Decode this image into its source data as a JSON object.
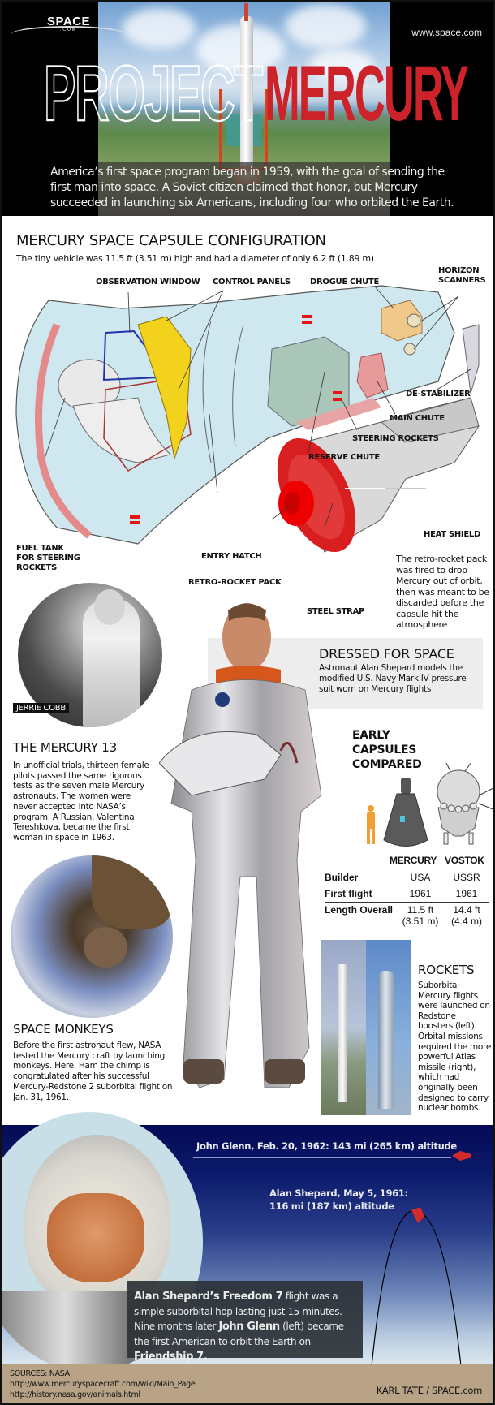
{
  "header": {
    "logo": "SPACE",
    "logo_sub": ".COM",
    "site_url": "www.space.com",
    "title_part1": "PROJECT",
    "title_part2": "MERCURY",
    "intro": "America’s first space program began in 1959, with the goal of sending the first man into space. A Soviet citizen claimed that honor, but Mercury succeeded in launching six Americans, including four who orbited the Earth."
  },
  "capsule_config": {
    "title": "MERCURY SPACE CAPSULE CONFIGURATION",
    "subtitle": "The tiny vehicle was 11.5 ft (3.51 m) high and had a diameter of only 6.2 ft (1.89 m)",
    "labels": {
      "observation_window": "OBSERVATION WINDOW",
      "control_panels": "CONTROL PANELS",
      "drogue_chute": "DROGUE CHUTE",
      "horizon_scanners": "HORIZON SCANNERS",
      "de_stabilizer": "DE-STABILIZER",
      "main_chute": "MAIN CHUTE",
      "steering_rockets": "STEERING ROCKETS",
      "reserve_chute": "RESERVE CHUTE",
      "fuel_tank": "FUEL TANK FOR STEERING ROCKETS",
      "entry_hatch": "ENTRY HATCH",
      "retro_rocket_pack": "RETRO-ROCKET PACK",
      "heat_shield": "HEAT SHIELD",
      "steel_strap": "STEEL STRAP"
    },
    "retro_note": "The retro-rocket pack was fired to drop Mercury out of orbit, then was meant to be discarded before the capsule hit the atmosphere",
    "colors": {
      "capsule_fill": "#cfe8ef",
      "panel_yellow": "#f2d21c",
      "heat_shield_red": "#d81e1e",
      "drogue_orange": "#f0c88a",
      "reserve_green": "#a9c6b8"
    }
  },
  "jerrie": {
    "caption": "JERRIE COBB"
  },
  "dressed": {
    "title": "DRESSED FOR SPACE",
    "text": "Astronaut Alan Shepard models the modified U.S. Navy Mark IV pressure suit worn on Mercury flights"
  },
  "mercury13": {
    "title": "THE MERCURY 13",
    "text": "In unofficial trials, thirteen female pilots passed the same rigorous tests as the seven male Mercury astronauts. The women were never accepted into NASA’s program. A Russian, Valentina Tereshkova, became the first woman in space in 1963."
  },
  "compare": {
    "title_line1": "EARLY",
    "title_line2": "CAPSULES",
    "title_line3": "COMPARED",
    "col1": "MERCURY",
    "col2": "VOSTOK",
    "rows": [
      {
        "label": "Builder",
        "mercury": "USA",
        "mercury_sub": "",
        "vostok": "USSR",
        "vostok_sub": ""
      },
      {
        "label": "First flight",
        "mercury": "1961",
        "mercury_sub": "",
        "vostok": "1961",
        "vostok_sub": ""
      },
      {
        "label": "Length Overall",
        "mercury": "11.5 ft",
        "mercury_sub": "(3.51 m)",
        "vostok": "14.4 ft",
        "vostok_sub": "(4.4 m)"
      }
    ]
  },
  "monkeys": {
    "title": "SPACE MONKEYS",
    "text": "Before the first astronaut flew, NASA tested the Mercury craft by launching monkeys. Here, Ham the chimp is congratulated after his successful Mercury-Redstone 2 suborbital flight on Jan. 31, 1961."
  },
  "rockets": {
    "title": "ROCKETS",
    "text": "Suborbital Mercury flights were launched on Redstone boosters (left). Orbital missions required the more powerful Atlas missile (right), which had originally been designed to carry nuclear bombs."
  },
  "flights": {
    "glenn": "John Glenn, Feb. 20, 1962: 143 mi (265 km) altitude",
    "shepard_line1": "Alan Shepard, May 5, 1961:",
    "shepard_line2": "116 mi (187 km) altitude",
    "info_b1": "Alan Shepard’s Freedom 7",
    "info_t1": " flight was a simple suborbital hop lasting just 15 minutes. Nine months later ",
    "info_b2": "John Glenn",
    "info_t2": " (left) became the first American to orbit the Earth on ",
    "info_b3": "Friendship 7."
  },
  "footer": {
    "sources_title": "SOURCES: NASA",
    "source1": "http://www.mercuryspacecraft.com/wiki/Main_Page",
    "source2": "http://history.nasa.gov/animals.html",
    "credit": "KARL TATE / SPACE.com"
  }
}
